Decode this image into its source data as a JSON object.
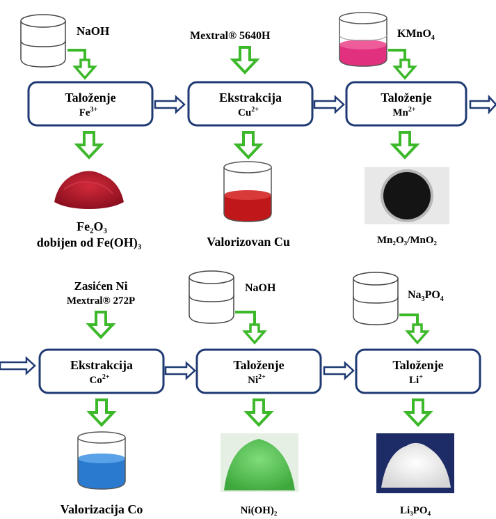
{
  "row1": {
    "reagent_1": "NaOH",
    "reagent_2": "Mextral® 5640H",
    "reagent_3_main": "KMnO",
    "reagent_3_sub": "4",
    "step_1": {
      "title": "Taloženje",
      "ion": "Fe",
      "charge": "3+"
    },
    "step_2": {
      "title": "Ekstrakcija",
      "ion": "Cu",
      "charge": "2+"
    },
    "step_3": {
      "title": "Taloženje",
      "ion": "Mn",
      "charge": "2+"
    },
    "product_1_line1": "Fe₂O₃",
    "product_1_line2": "dobijen od Fe(OH)₃",
    "product_2": "Valorizovan Cu",
    "product_3": "Mn₂O₃/MnO₂"
  },
  "row2": {
    "reagent_1_line1": "Zasićen Ni",
    "reagent_1_line2": "Mextral® 272P",
    "reagent_2": "NaOH",
    "reagent_3_main": "Na",
    "reagent_3_sub1": "3",
    "reagent_3_mid": "PO",
    "reagent_3_sub2": "4",
    "step_1": {
      "title": "Ekstrakcija",
      "ion": "Co",
      "charge": "2+"
    },
    "step_2": {
      "title": "Taloženje",
      "ion": "Ni",
      "charge": "2+"
    },
    "step_3": {
      "title": "Taloženje",
      "ion": "Li",
      "charge": "+"
    },
    "product_1": "Valorizacija Co",
    "product_2": "Ni(OH)₂",
    "product_3": "Li₃PO₄"
  },
  "colors": {
    "green_arrow": "#3cb82a",
    "box_stroke": "#1f3a73",
    "blue_arrow": "#1f3a73",
    "kmno4": "#e0307e",
    "cu_red": "#c0181a",
    "co_blue": "#2a7ad0",
    "fe2o3": "#b3182a",
    "nioh2": "#5bc45a",
    "mn_oxide": "#141414",
    "li3po4": "#f2f2f2"
  }
}
